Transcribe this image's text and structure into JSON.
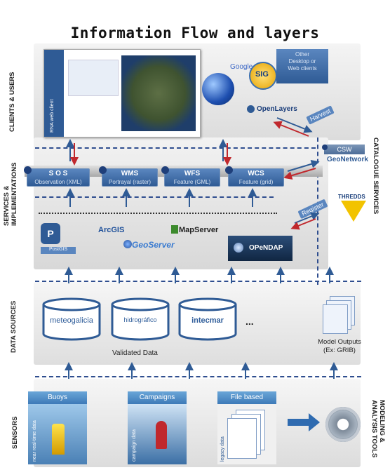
{
  "title": "Information Flow and layers",
  "sections": {
    "clients": "CLIENTS & USERS",
    "services": "SERVICES &\nIMPLEMENTATIONS",
    "data_sources": "DATA SOURCES",
    "sensors": "SENSORS",
    "catalogue": "CATALOGUE SERVICES",
    "modeling": "MODELING &\nANALYSIS TOOLS"
  },
  "clients": {
    "desktop_clients": "Other\nDesktop or\nWeb clients",
    "google": "Google",
    "sig": "SIG",
    "openlayers": "OpenLayers",
    "harvest": "Harvest",
    "web_client_side": "RNA web client"
  },
  "services": [
    {
      "name": "S O S",
      "desc": "Observation (XML)"
    },
    {
      "name": "WMS",
      "desc": "Portrayal (raster)"
    },
    {
      "name": "WFS",
      "desc": "Feature (GML)"
    },
    {
      "name": "WCS",
      "desc": "Feature (grid)"
    }
  ],
  "catalogue": {
    "csw": "CSW",
    "geonetwork": "GeoNetwork",
    "register": "Register",
    "thredds": "THREDDS"
  },
  "implementations": {
    "postgis": "PostGIS",
    "arcgis": "ArcGIS",
    "geoserver": "GeoServer",
    "mapserver": "MapServer",
    "opendap": "OPeNDAP"
  },
  "data_sources": {
    "items": [
      "meteogalicia",
      "hidrográfico",
      "intecmar"
    ],
    "ellipsis": "...",
    "validated": "Validated Data",
    "model_outputs": "Model Outputs\n(Ex: GRIB)"
  },
  "sensors": [
    {
      "name": "Buoys",
      "desc": "near real-time data"
    },
    {
      "name": "Campaigns",
      "desc": "campaign data"
    },
    {
      "name": "File based",
      "desc": "legacy data"
    }
  ],
  "colors": {
    "dashed": "#2f4e8f",
    "box": "#5a86bf",
    "box_dark": "#2f5b95",
    "red": "#c0282d"
  }
}
